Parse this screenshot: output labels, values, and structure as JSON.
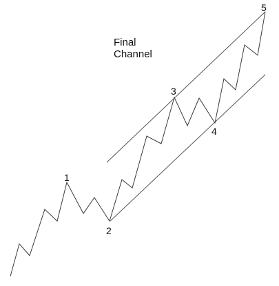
{
  "diagram": {
    "title_line1": "Final",
    "title_line2": "Channel",
    "wave_labels": {
      "w1": "1",
      "w2": "2",
      "w3": "3",
      "w4": "4",
      "w5": "5"
    }
  }
}
